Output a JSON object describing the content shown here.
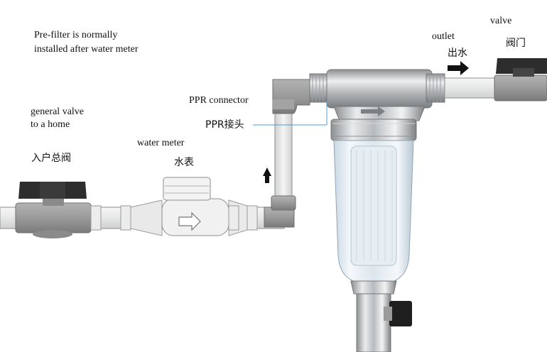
{
  "labels": {
    "prefilter_line1": "Pre-filter is normally",
    "prefilter_line2": "installed after water meter",
    "general_valve_line1": "general valve",
    "general_valve_line2": "to a home",
    "general_valve_cn": "入户总阀",
    "water_meter": "water meter",
    "water_meter_cn": "水表",
    "ppr_connector": "PPR connector",
    "ppr_connector_cn": "PPR接头",
    "outlet": "outlet",
    "outlet_cn": "出水",
    "valve": "valve",
    "valve_cn": "阀门"
  },
  "colors": {
    "pipe": "#e9eaea",
    "pipe_edge": "#8e8e8e",
    "fitting": "#9a9a9a",
    "valve_handle": "#2d2d2d",
    "callout_line": "#4aa0d8",
    "arrow": "#111111"
  },
  "icons": [
    "flow-arrow-up-icon",
    "flow-arrow-right-icon",
    "meter-arrow-icon"
  ]
}
